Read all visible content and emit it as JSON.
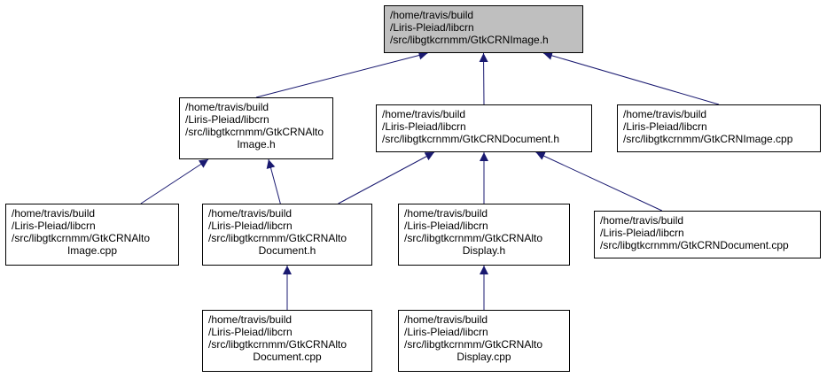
{
  "colors": {
    "edge": "#191970",
    "root_fill": "#bfbfbf",
    "node_fill": "#ffffff",
    "border": "#000000"
  },
  "nodes": {
    "gtkcrnimage_h": {
      "lines": [
        "/home/travis/build",
        "/Liris-Pleiad/libcrn",
        "/src/libgtkcrnmm/GtkCRNImage.h"
      ]
    },
    "gtkcrnaltoimage_h": {
      "lines": [
        "/home/travis/build",
        "/Liris-Pleiad/libcrn",
        "/src/libgtkcrnmm/GtkCRNAlto",
        "Image.h"
      ]
    },
    "gtkcrndocument_h": {
      "lines": [
        "/home/travis/build",
        "/Liris-Pleiad/libcrn",
        "/src/libgtkcrnmm/GtkCRNDocument.h"
      ]
    },
    "gtkcrnimage_cpp": {
      "lines": [
        "/home/travis/build",
        "/Liris-Pleiad/libcrn",
        "/src/libgtkcrnmm/GtkCRNImage.cpp"
      ]
    },
    "gtkcrnaltoimage_cpp": {
      "lines": [
        "/home/travis/build",
        "/Liris-Pleiad/libcrn",
        "/src/libgtkcrnmm/GtkCRNAlto",
        "Image.cpp"
      ]
    },
    "gtkcrnaltodocument_h": {
      "lines": [
        "/home/travis/build",
        "/Liris-Pleiad/libcrn",
        "/src/libgtkcrnmm/GtkCRNAlto",
        "Document.h"
      ]
    },
    "gtkcrnaltodisplay_h": {
      "lines": [
        "/home/travis/build",
        "/Liris-Pleiad/libcrn",
        "/src/libgtkcrnmm/GtkCRNAlto",
        "Display.h"
      ]
    },
    "gtkcrndocument_cpp": {
      "lines": [
        "/home/travis/build",
        "/Liris-Pleiad/libcrn",
        "/src/libgtkcrnmm/GtkCRNDocument.cpp"
      ]
    },
    "gtkcrnaltodocument_cpp": {
      "lines": [
        "/home/travis/build",
        "/Liris-Pleiad/libcrn",
        "/src/libgtkcrnmm/GtkCRNAlto",
        "Document.cpp"
      ]
    },
    "gtkcrnaltodisplay_cpp": {
      "lines": [
        "/home/travis/build",
        "/Liris-Pleiad/libcrn",
        "/src/libgtkcrnmm/GtkCRNAlto",
        "Display.cpp"
      ]
    }
  },
  "edges": [
    {
      "from": "gtkcrnaltoimage_h",
      "to": "gtkcrnimage_h"
    },
    {
      "from": "gtkcrndocument_h",
      "to": "gtkcrnimage_h"
    },
    {
      "from": "gtkcrnimage_cpp",
      "to": "gtkcrnimage_h"
    },
    {
      "from": "gtkcrnaltoimage_cpp",
      "to": "gtkcrnaltoimage_h"
    },
    {
      "from": "gtkcrnaltodocument_h",
      "to": "gtkcrnaltoimage_h"
    },
    {
      "from": "gtkcrnaltodocument_h",
      "to": "gtkcrndocument_h"
    },
    {
      "from": "gtkcrnaltodisplay_h",
      "to": "gtkcrndocument_h"
    },
    {
      "from": "gtkcrndocument_cpp",
      "to": "gtkcrndocument_h"
    },
    {
      "from": "gtkcrnaltodocument_cpp",
      "to": "gtkcrnaltodocument_h"
    },
    {
      "from": "gtkcrnaltodisplay_cpp",
      "to": "gtkcrnaltodisplay_h"
    }
  ]
}
